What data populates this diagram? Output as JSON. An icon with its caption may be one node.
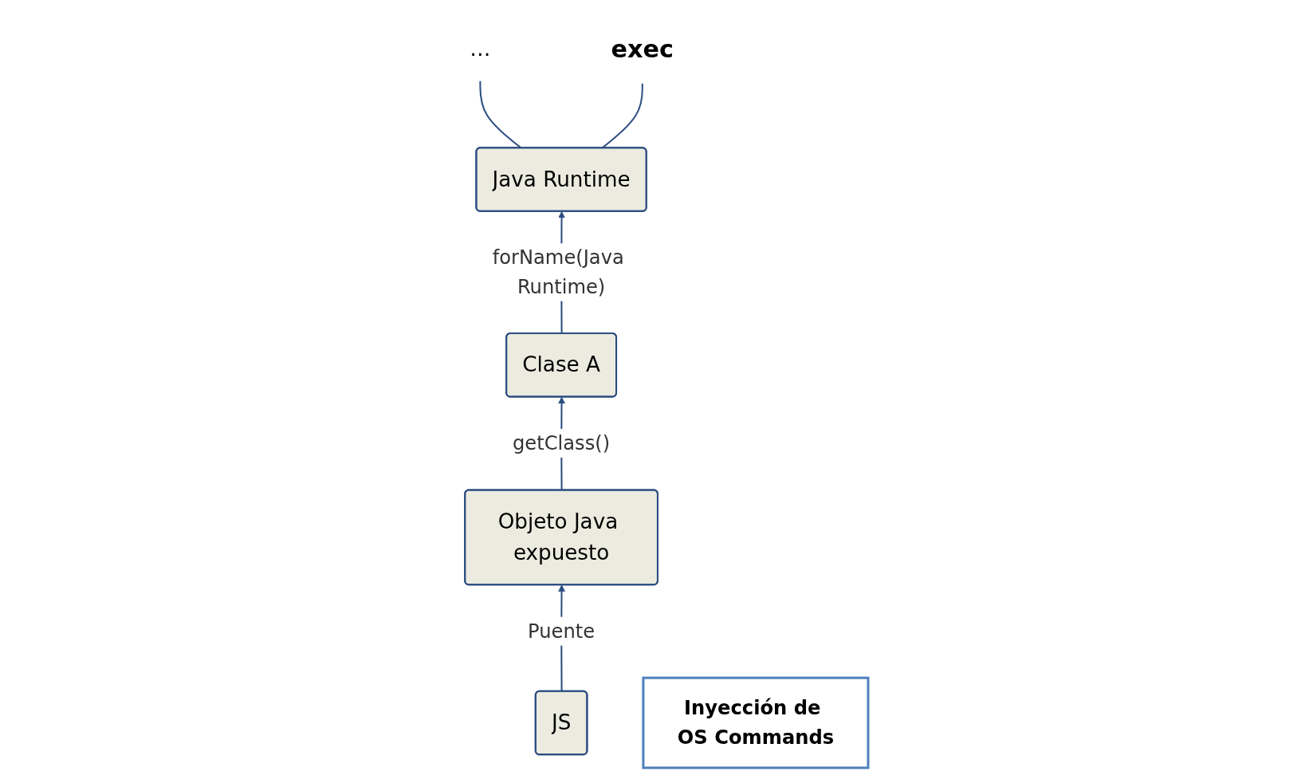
{
  "diagram": {
    "nodes": [
      {
        "text": [
          "Clase A"
        ]
      },
      {
        "text": [
          "Java Runtime"
        ]
      },
      {
        "text": [
          "Objeto Java expuesto"
        ]
      },
      {
        "text": [
          "JS"
        ]
      },
      {
        "text": [
          "…"
        ]
      },
      {
        "text": [
          "exec"
        ]
      },
      {
        "text": [
          "Inyección de OS Commands"
        ]
      }
    ],
    "edges": [
      {
        "from": 0,
        "to": 1,
        "arrow": "to",
        "label": "forName(Java Runtime)"
      },
      {
        "from": 2,
        "to": 0,
        "arrow": "to",
        "label": "getClass()"
      },
      {
        "from": 3,
        "to": 2,
        "arrow": "to",
        "label": "Puente"
      },
      {
        "from": 1,
        "to": 4,
        "arrow": "none"
      },
      {
        "from": 1,
        "to": 5,
        "arrow": "none"
      }
    ]
  }
}
